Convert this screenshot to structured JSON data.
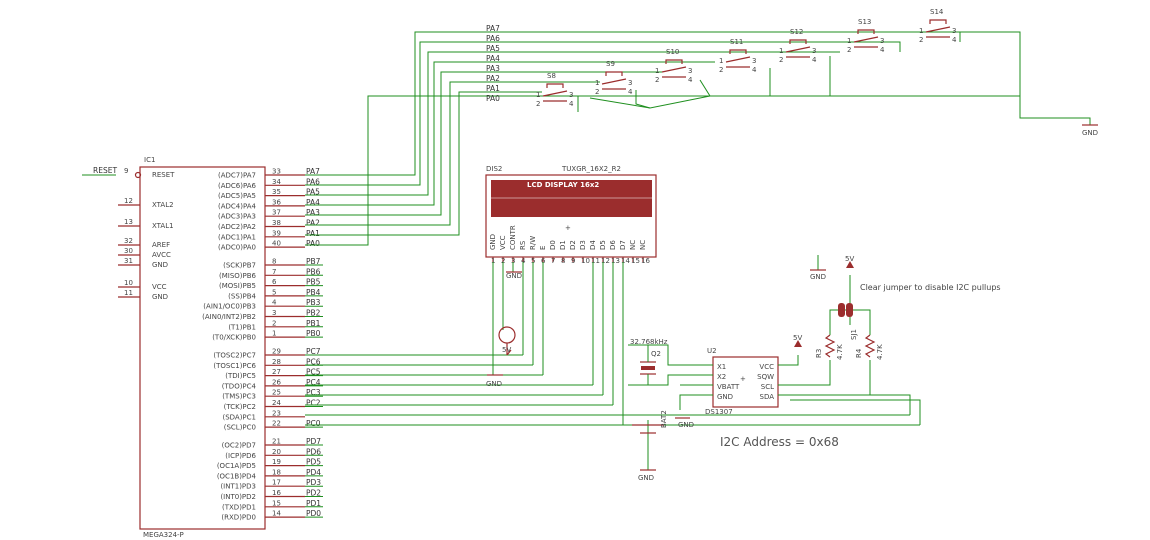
{
  "mcu": {
    "name": "IC1",
    "value": "MEGA324-P",
    "left_pins": [
      {
        "num": "9",
        "label": "RESET"
      },
      {
        "num": "12",
        "label": "XTAL2"
      },
      {
        "num": "13",
        "label": "XTAL1"
      },
      {
        "num": "32",
        "label": "AREF"
      },
      {
        "num": "30",
        "label": "AVCC"
      },
      {
        "num": "31",
        "label": "GND"
      },
      {
        "num": "10",
        "label": "VCC"
      },
      {
        "num": "11",
        "label": "GND"
      }
    ],
    "right_pins": [
      {
        "label": "(ADC7)PA7",
        "num": "33",
        "net": "PA7"
      },
      {
        "label": "(ADC6)PA6",
        "num": "34",
        "net": "PA6"
      },
      {
        "label": "(ADC5)PA5",
        "num": "35",
        "net": "PA5"
      },
      {
        "label": "(ADC4)PA4",
        "num": "36",
        "net": "PA4"
      },
      {
        "label": "(ADC3)PA3",
        "num": "37",
        "net": "PA3"
      },
      {
        "label": "(ADC2)PA2",
        "num": "38",
        "net": "PA2"
      },
      {
        "label": "(ADC1)PA1",
        "num": "39",
        "net": "PA1"
      },
      {
        "label": "(ADC0)PA0",
        "num": "40",
        "net": "PA0"
      },
      {
        "label": "(SCK)PB7",
        "num": "8",
        "net": "PB7"
      },
      {
        "label": "(MISO)PB6",
        "num": "7",
        "net": "PB6"
      },
      {
        "label": "(MOSI)PB5",
        "num": "6",
        "net": "PB5"
      },
      {
        "label": "(SS)PB4",
        "num": "5",
        "net": "PB4"
      },
      {
        "label": "(AIN1/OC0)PB3",
        "num": "4",
        "net": "PB3"
      },
      {
        "label": "(AIN0/INT2)PB2",
        "num": "3",
        "net": "PB2"
      },
      {
        "label": "(T1)PB1",
        "num": "2",
        "net": "PB1"
      },
      {
        "label": "(T0/XCK)PB0",
        "num": "1",
        "net": "PB0"
      },
      {
        "label": "(TOSC2)PC7",
        "num": "29",
        "net": "PC7"
      },
      {
        "label": "(TOSC1)PC6",
        "num": "28",
        "net": "PC6"
      },
      {
        "label": "(TDI)PC5",
        "num": "27",
        "net": "PC5"
      },
      {
        "label": "(TDO)PC4",
        "num": "26",
        "net": "PC4"
      },
      {
        "label": "(TMS)PC3",
        "num": "25",
        "net": "PC3"
      },
      {
        "label": "(TCK)PC2",
        "num": "24",
        "net": "PC2"
      },
      {
        "label": "(SDA)PC1",
        "num": "23",
        "net": ""
      },
      {
        "label": "(SCL)PC0",
        "num": "22",
        "net": "PC0"
      },
      {
        "label": "(OC2)PD7",
        "num": "21",
        "net": "PD7"
      },
      {
        "label": "(ICP)PD6",
        "num": "20",
        "net": "PD6"
      },
      {
        "label": "(OC1A)PD5",
        "num": "19",
        "net": "PD5"
      },
      {
        "label": "(OC1B)PD4",
        "num": "18",
        "net": "PD4"
      },
      {
        "label": "(INT1)PD3",
        "num": "17",
        "net": "PD3"
      },
      {
        "label": "(INT0)PD2",
        "num": "16",
        "net": "PD2"
      },
      {
        "label": "(TXD)PD1",
        "num": "15",
        "net": "PD1"
      },
      {
        "label": "(RXD)PD0",
        "num": "14",
        "net": "PD0"
      }
    ]
  },
  "reset_net": "RESET",
  "lcd": {
    "name": "DIS2",
    "value": "TUXGR_16X2_R2",
    "screen_text": "LCD DISPLAY 16x2",
    "pins": [
      "GND",
      "VCC",
      "CONTR",
      "RS",
      "R/W",
      "E",
      "D0",
      "D1",
      "D2",
      "D3",
      "D4",
      "D5",
      "D6",
      "D7",
      "NC",
      "NC"
    ],
    "pin_numbers": [
      "1",
      "2",
      "3",
      "4",
      "5",
      "6",
      "7",
      "8",
      "9",
      "10",
      "11",
      "12",
      "13",
      "14",
      "15",
      "16"
    ]
  },
  "switches": [
    "S8",
    "S9",
    "S10",
    "S11",
    "S12",
    "S13",
    "S14"
  ],
  "porta_nets": [
    "PA7",
    "PA6",
    "PA5",
    "PA4",
    "PA3",
    "PA2",
    "PA1",
    "PA0"
  ],
  "rtc": {
    "name": "U2",
    "value": "DS1307",
    "left_pins": [
      "X1",
      "X2",
      "VBATT",
      "GND"
    ],
    "right_pins": [
      "VCC",
      "SQW",
      "SCL",
      "SDA"
    ]
  },
  "crystal": {
    "name": "Q2",
    "value": "32.768kHz"
  },
  "battery": {
    "name": "BAT2"
  },
  "resistors": [
    {
      "name": "R3",
      "value": "4.7K"
    },
    {
      "name": "R4",
      "value": "4.7K"
    }
  ],
  "jumper": {
    "name": "SJ1",
    "note": "Clear jumper to disable I2C pullups"
  },
  "supply_labels": {
    "gnd": "GND",
    "vcc": "5V"
  },
  "i2c_address": "I2C Address = 0x68"
}
